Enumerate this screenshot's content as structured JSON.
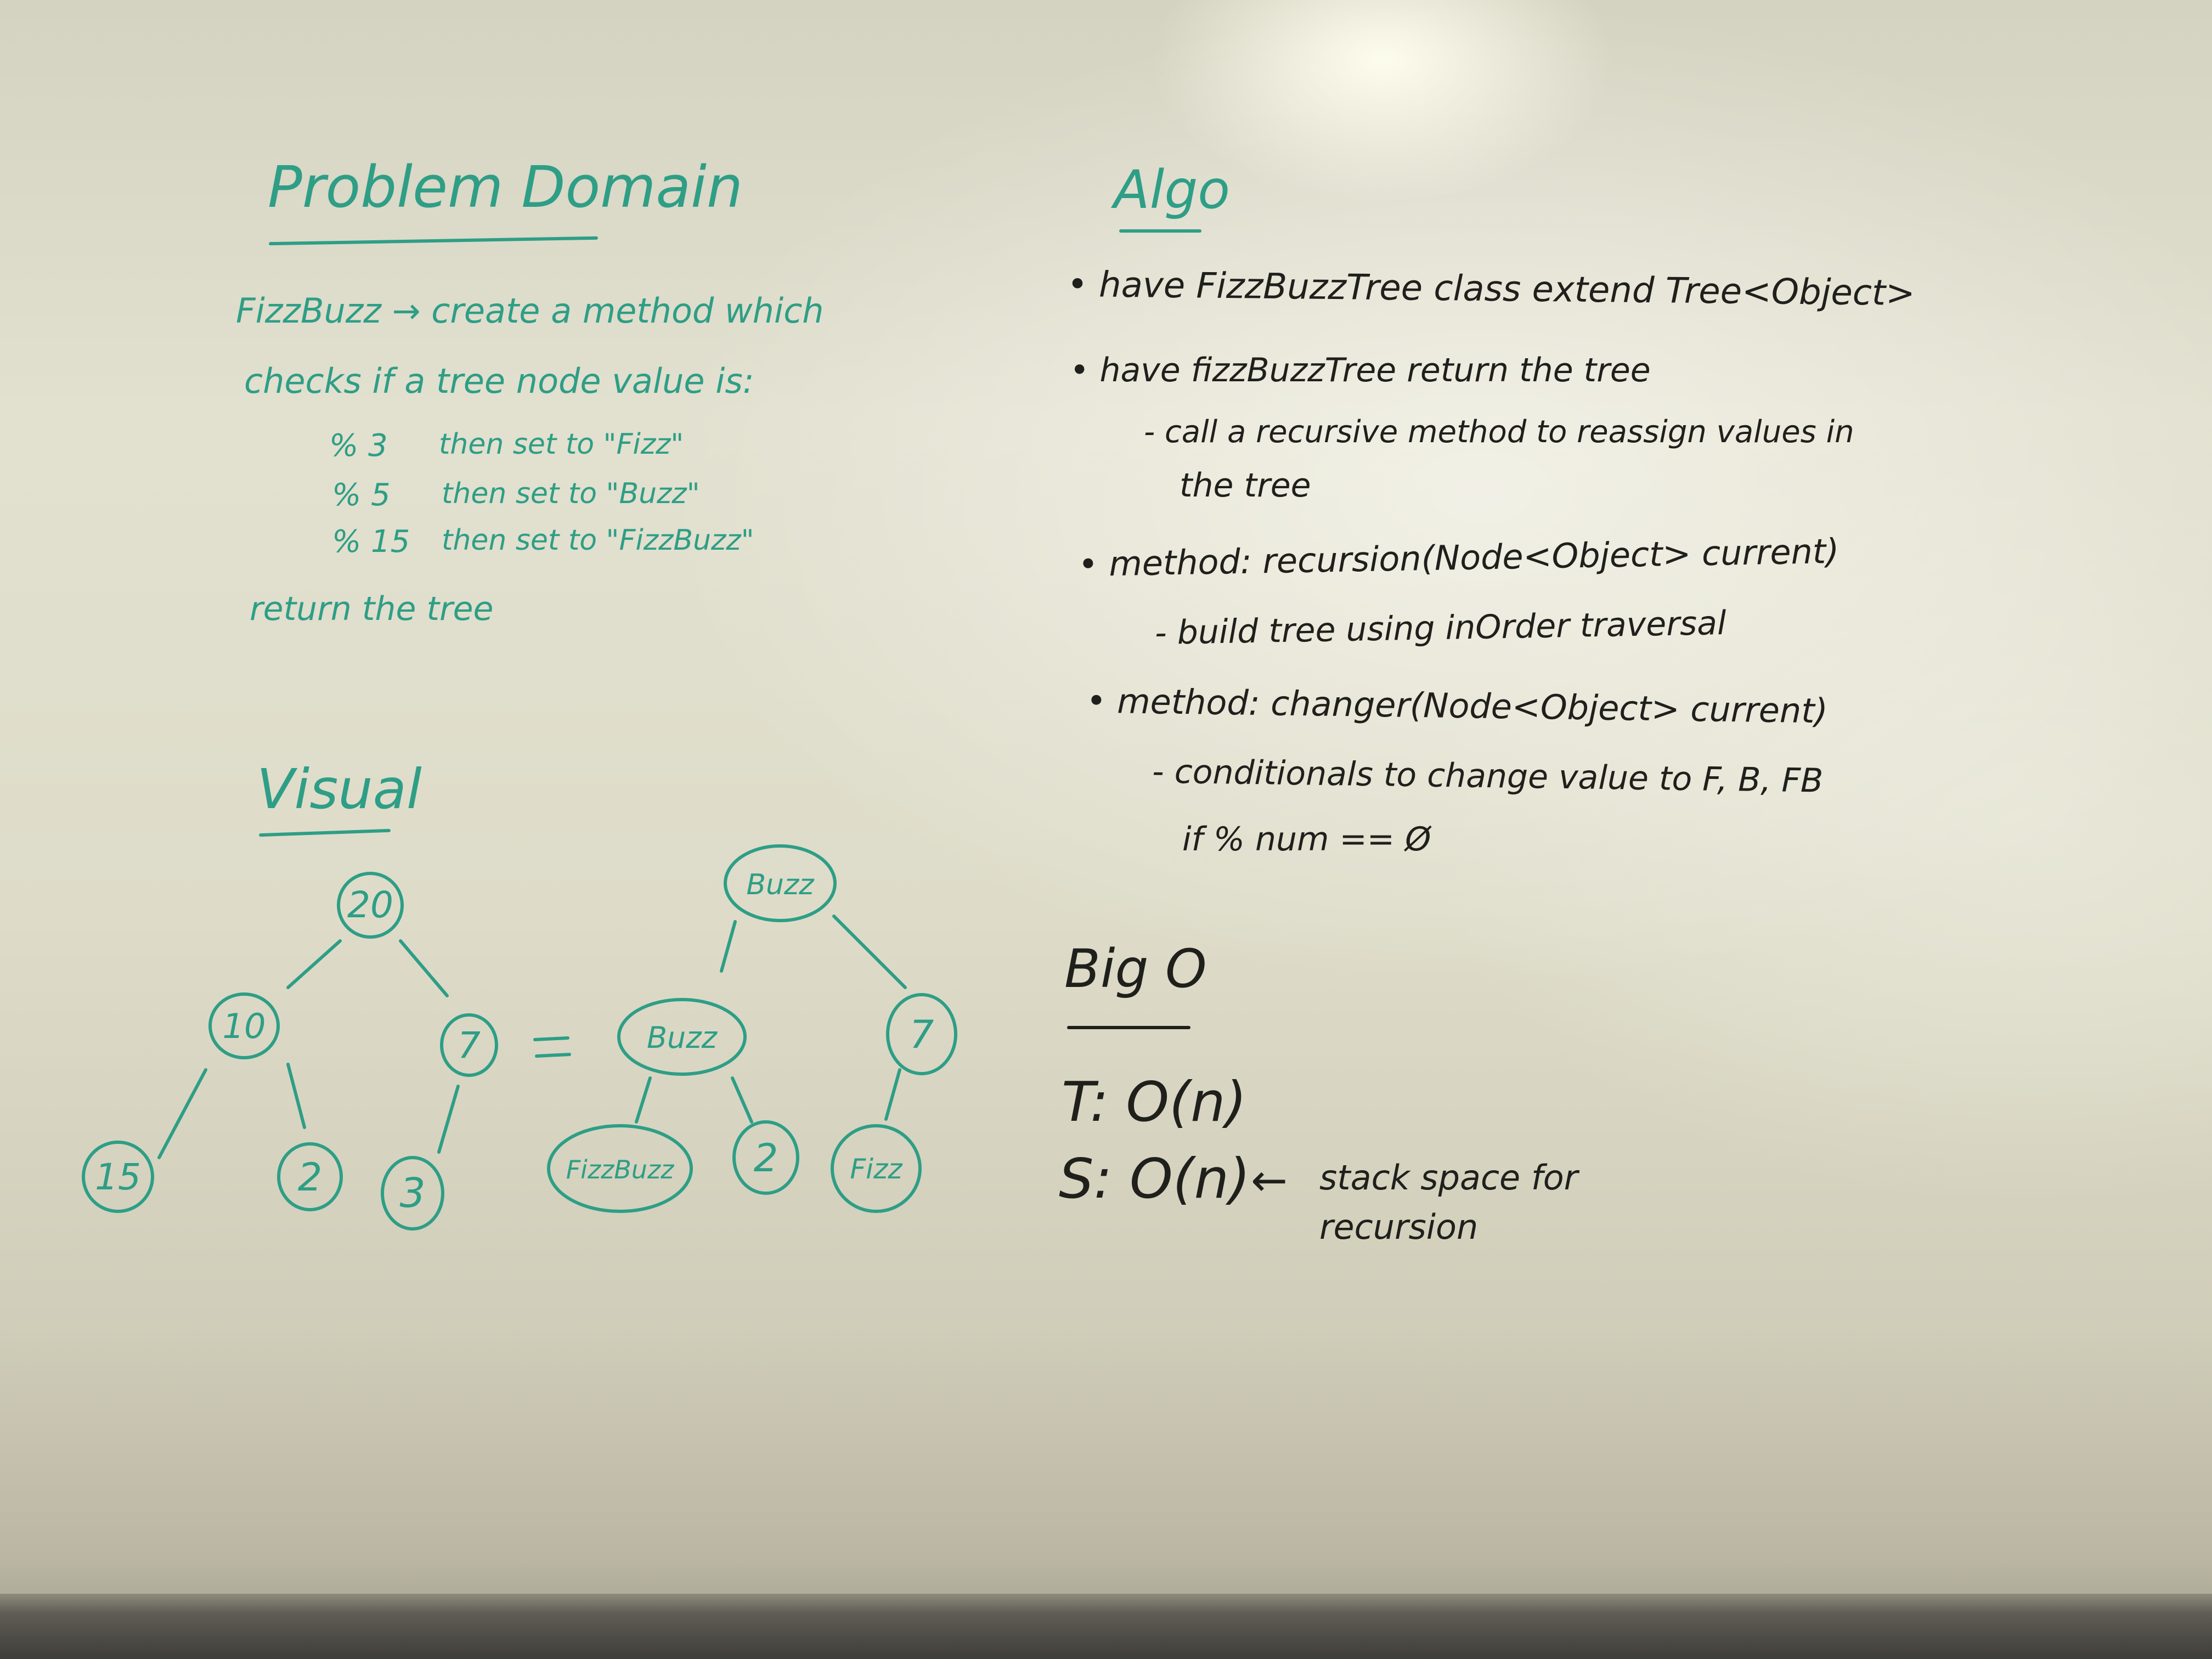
{
  "problem_domain": {
    "heading": "Problem Domain",
    "line1": "FizzBuzz → create a method which",
    "line2": "checks if a tree node value is:",
    "rules": [
      {
        "mod": "% 3",
        "text": "then set to \"Fizz\""
      },
      {
        "mod": "% 5",
        "text": "then set to \"Buzz\""
      },
      {
        "mod": "% 15",
        "text": "then set to \"FizzBuzz\""
      }
    ],
    "line_return": "return the tree"
  },
  "algo": {
    "heading": "Algo",
    "bullets": [
      "• have FizzBuzzTree class extend Tree<Object>",
      "• have fizzBuzzTree return the tree",
      "- call a recursive method to reassign values in",
      "the tree",
      "• method: recursion(Node<Object> current)",
      "- build tree using inOrder traversal",
      "• method: changer(Node<Object> current)",
      "- conditionals to change value to F, B, FB",
      "if % num == Ø"
    ]
  },
  "visual": {
    "heading": "Visual",
    "equals": "=",
    "input_tree": {
      "root": "20",
      "left": "10",
      "right": "7",
      "left_left": "15",
      "left_right": "2",
      "right_left": "3"
    },
    "output_tree": {
      "root": "Buzz",
      "left": "Buzz",
      "right": "7",
      "left_left": "FizzBuzz",
      "left_right": "2",
      "right_left": "Fizz"
    }
  },
  "big_o": {
    "heading": "Big O",
    "time": "T: O(n)",
    "space": "S: O(n)",
    "note_arrow": "←",
    "note_line1": "stack space for",
    "note_line2": "recursion"
  },
  "colors": {
    "marker_green": "#2e9e86",
    "marker_black": "#1f1f1c",
    "board": "#e0decd"
  }
}
